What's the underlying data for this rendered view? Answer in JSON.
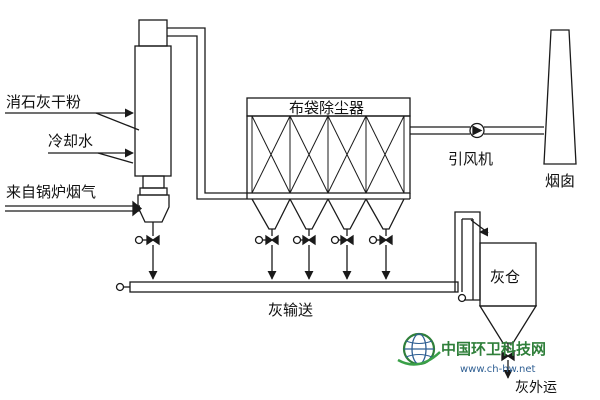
{
  "labels": {
    "lime_powder": "消石灰干粉",
    "cooling_water": "冷却水",
    "boiler_flue_gas": "来自锅炉烟气",
    "bag_filter": "布袋除尘器",
    "induced_fan": "引风机",
    "chimney": "烟囱",
    "ash_conveying": "灰输送",
    "ash_silo": "灰仓",
    "ash_outgoing": "灰外运"
  },
  "watermark": {
    "site_name": "中国环卫科技网",
    "url": "www.ch-hw.net",
    "logo_colors": [
      "#2f7f3a",
      "#2f5f93"
    ]
  },
  "colors": {
    "line": "#1a1a1a",
    "background": "#ffffff"
  }
}
